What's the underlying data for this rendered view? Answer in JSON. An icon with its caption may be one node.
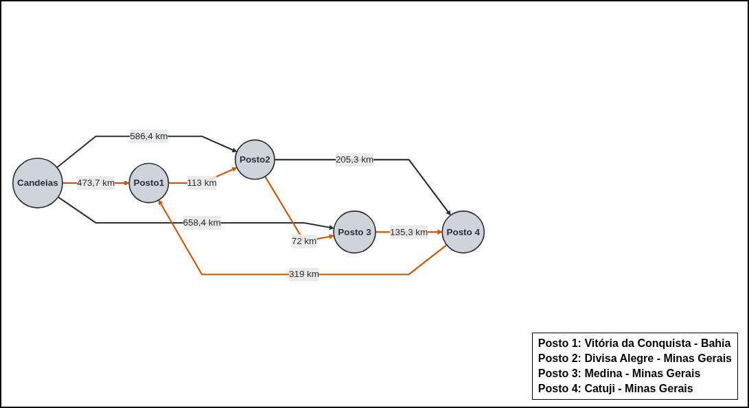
{
  "diagram": {
    "nodes": [
      {
        "text": [
          "Candeias"
        ]
      },
      {
        "text": [
          "Posto1"
        ]
      },
      {
        "text": [
          "Posto2"
        ]
      },
      {
        "text": [
          "Posto 3"
        ]
      },
      {
        "text": [
          "Posto 4"
        ]
      }
    ],
    "edges": [
      {
        "from": 0,
        "to": 1,
        "arrow": "to",
        "label": "473,7 km"
      },
      {
        "from": 0,
        "to": 2,
        "arrow": "to",
        "label": "586,4 km",
        "color": "#2b2f36"
      },
      {
        "from": 0,
        "to": 3,
        "arrow": "to",
        "label": "658,4 km",
        "color": "#2b2f36"
      },
      {
        "from": 1,
        "to": 2,
        "arrow": "to",
        "label": "113 km"
      },
      {
        "from": 2,
        "to": 4,
        "arrow": "to",
        "label": "205,3 km",
        "color": "#2b2f36"
      },
      {
        "from": 4,
        "to": 1,
        "arrow": "to",
        "label": "319 km"
      },
      {
        "from": 2,
        "to": 3,
        "arrow": "to",
        "label": "72 km"
      },
      {
        "from": 3,
        "to": 4,
        "arrow": "to",
        "label": "135,3 km"
      }
    ],
    "labels": [
      "Posto 1: Vitória da Conquista - Bahia",
      "Posto 2: Divisa Alegre - Minas Gerais",
      "Posto 3: Medina - Minas Gerais",
      "Posto 4: Catuji - Minas Gerais"
    ]
  }
}
